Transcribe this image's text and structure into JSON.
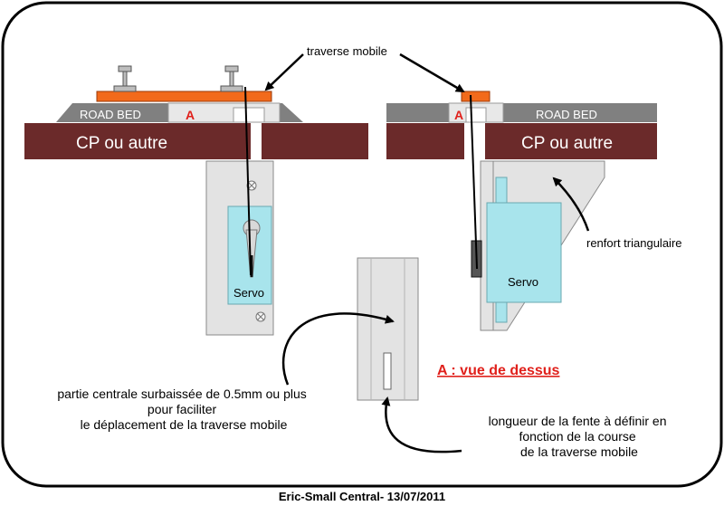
{
  "labels": {
    "traverse_left": "traverse mobile",
    "traverse_right": "traverse mobile",
    "roadbed_left": "ROAD BED",
    "roadbed_right": "ROAD BED",
    "marker_left": "A",
    "marker_right": "A",
    "plywood_left": "CP ou autre",
    "plywood_right": "CP ou autre",
    "servo_left": "Servo",
    "servo_right": "Servo",
    "renfort": "renfort triangulaire",
    "vue_dessus": "A : vue de dessus",
    "partie_centrale": [
      "partie centrale surbaissée de 0.5mm ou plus",
      "pour faciliter",
      "le déplacement de la traverse mobile"
    ],
    "longueur_fente": [
      "longueur de la fente à définir en",
      "fonction de la course",
      "de la traverse mobile"
    ]
  },
  "footer": "Eric-Small Central- 13/07/2011",
  "colors": {
    "plywood": "#6b2a2a",
    "roadbed": "#808080",
    "traverse": "#f26a1b",
    "servo": "#a8e4ec",
    "bracket": "#e3e3e3",
    "marker": "#e0201b"
  }
}
